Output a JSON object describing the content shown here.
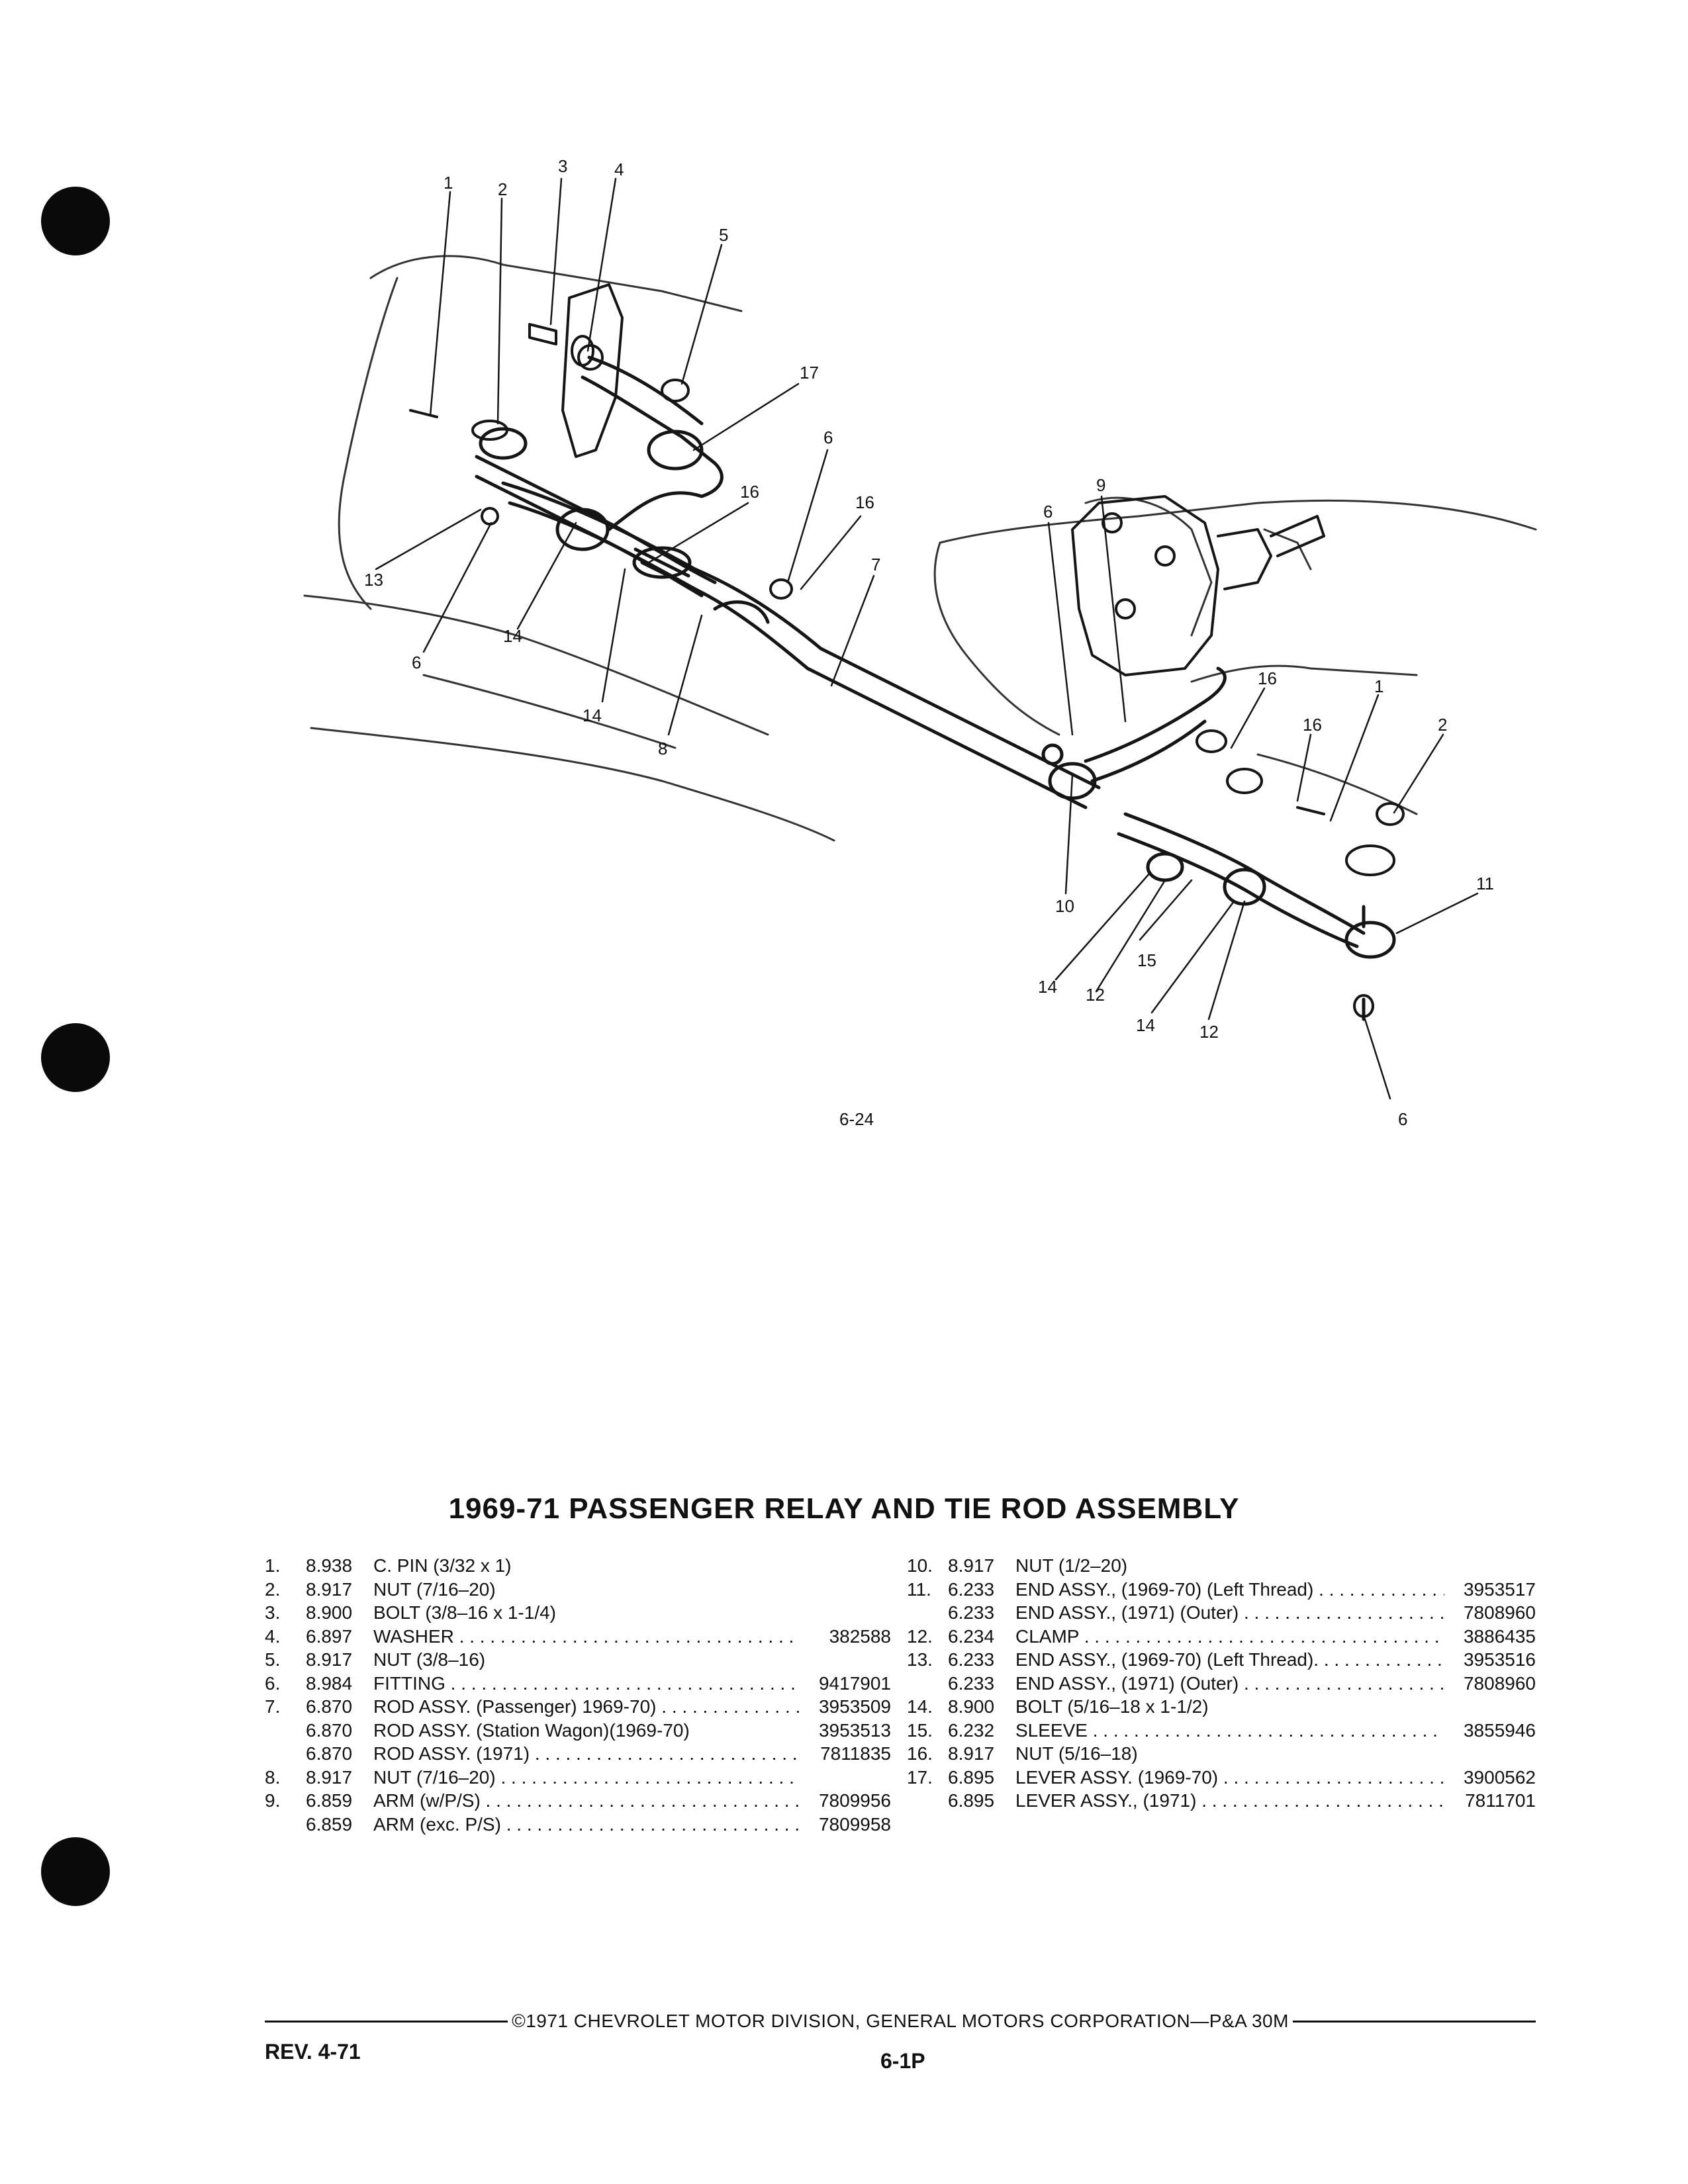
{
  "figure": {
    "code": "6-24",
    "callouts": [
      "1",
      "2",
      "3",
      "4",
      "5",
      "17",
      "6",
      "16",
      "13",
      "14",
      "6",
      "14",
      "8",
      "16",
      "7",
      "6",
      "9",
      "16",
      "1",
      "2",
      "16",
      "10",
      "11",
      "14",
      "12",
      "15",
      "14",
      "12",
      "6"
    ]
  },
  "title": "1969-71 PASSENGER RELAY AND TIE ROD ASSEMBLY",
  "parts_left": [
    {
      "no": "1.",
      "code": "8.938",
      "desc": "C. PIN (3/32 x 1)",
      "pn": ""
    },
    {
      "no": "2.",
      "code": "8.917",
      "desc": "NUT (7/16–20)",
      "pn": ""
    },
    {
      "no": "3.",
      "code": "8.900",
      "desc": "BOLT (3/8–16 x 1-1/4)",
      "pn": ""
    },
    {
      "no": "4.",
      "code": "6.897",
      "desc": "WASHER",
      "pn": "382588"
    },
    {
      "no": "5.",
      "code": "8.917",
      "desc": "NUT (3/8–16)",
      "pn": ""
    },
    {
      "no": "6.",
      "code": "8.984",
      "desc": "FITTING",
      "pn": "9417901"
    },
    {
      "no": "7.",
      "code": "6.870",
      "desc": "ROD ASSY. (Passenger) 1969-70)",
      "pn": "3953509"
    },
    {
      "no": "",
      "code": "6.870",
      "desc": "ROD ASSY. (Station Wagon)(1969-70)",
      "pn": "3953513"
    },
    {
      "no": "",
      "code": "6.870",
      "desc": "ROD ASSY. (1971)",
      "pn": "7811835"
    },
    {
      "no": "8.",
      "code": "8.917",
      "desc": "NUT (7/16–20)",
      "pn": ""
    },
    {
      "no": "9.",
      "code": "6.859",
      "desc": "ARM (w/P/S)",
      "pn": "7809956"
    },
    {
      "no": "",
      "code": "6.859",
      "desc": "ARM (exc. P/S)",
      "pn": "7809958"
    }
  ],
  "parts_right": [
    {
      "no": "10.",
      "code": "8.917",
      "desc": "NUT (1/2–20)",
      "pn": ""
    },
    {
      "no": "11.",
      "code": "6.233",
      "desc": "END ASSY., (1969-70) (Left Thread)",
      "pn": "3953517"
    },
    {
      "no": "",
      "code": "6.233",
      "desc": "END ASSY., (1971) (Outer)",
      "pn": "7808960"
    },
    {
      "no": "12.",
      "code": "6.234",
      "desc": "CLAMP",
      "pn": "3886435"
    },
    {
      "no": "13.",
      "code": "6.233",
      "desc": "END ASSY., (1969-70) (Left Thread).",
      "pn": "3953516"
    },
    {
      "no": "",
      "code": "6.233",
      "desc": "END ASSY., (1971) (Outer)",
      "pn": "7808960"
    },
    {
      "no": "14.",
      "code": "8.900",
      "desc": "BOLT (5/16–18 x 1-1/2)",
      "pn": ""
    },
    {
      "no": "15.",
      "code": "6.232",
      "desc": "SLEEVE",
      "pn": "3855946"
    },
    {
      "no": "16.",
      "code": "8.917",
      "desc": "NUT (5/16–18)",
      "pn": ""
    },
    {
      "no": "17.",
      "code": "6.895",
      "desc": "LEVER ASSY. (1969-70)",
      "pn": "3900562"
    },
    {
      "no": "",
      "code": "6.895",
      "desc": "LEVER ASSY., (1971)",
      "pn": "7811701"
    }
  ],
  "footer": {
    "copyright": "©1971 CHEVROLET MOTOR DIVISION, GENERAL MOTORS CORPORATION—P&A 30M",
    "revision": "REV. 4-71",
    "page": "6-1P"
  }
}
